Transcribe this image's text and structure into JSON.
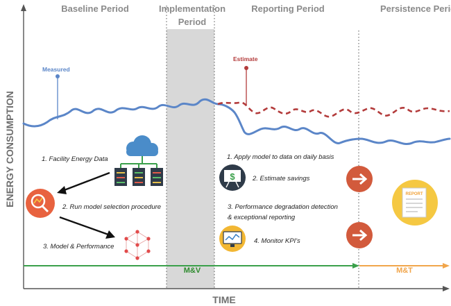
{
  "periods": {
    "baseline": "Baseline Period",
    "implementation_line1": "Implementation",
    "implementation_line2": "Period",
    "reporting": "Reporting Period",
    "persistence": "Persistence Period"
  },
  "axes": {
    "y_title": "ENERGY CONSUMPTION",
    "x_title": "TIME"
  },
  "series_labels": {
    "measured": "Measured",
    "estimate": "Estimate"
  },
  "steps": {
    "facility": "1. Facility Energy Data",
    "model_selection": "2. Run model selection procedure",
    "model_performance": "3. Model & Performance",
    "apply_model": "1. Apply model to data on daily basis",
    "estimate_savings": "2. Estimate savings",
    "degradation_line1": "3. Performance degradation detection",
    "degradation_line2": "& exceptional reporting",
    "monitor": "4. Monitor KPI's"
  },
  "phases": {
    "mv": "M&V",
    "mt": "M&T"
  },
  "report_label": "REPORT",
  "colors": {
    "measured": "#5b86c8",
    "estimate": "#b33b3b",
    "mv": "#2e8b2e",
    "mt": "#f1a54a",
    "implementation_band": "#d8d8d8",
    "arrow_circle": "#d25a3c"
  },
  "icons": {
    "cloud_server": "cloud-server-icon",
    "analytics": "magnifier-chart-icon",
    "network": "network-graph-icon",
    "presentation": "presentation-dollar-icon",
    "monitor": "monitor-chart-icon",
    "arrow_right": "arrow-right-circle-icon",
    "report": "report-document-icon"
  }
}
